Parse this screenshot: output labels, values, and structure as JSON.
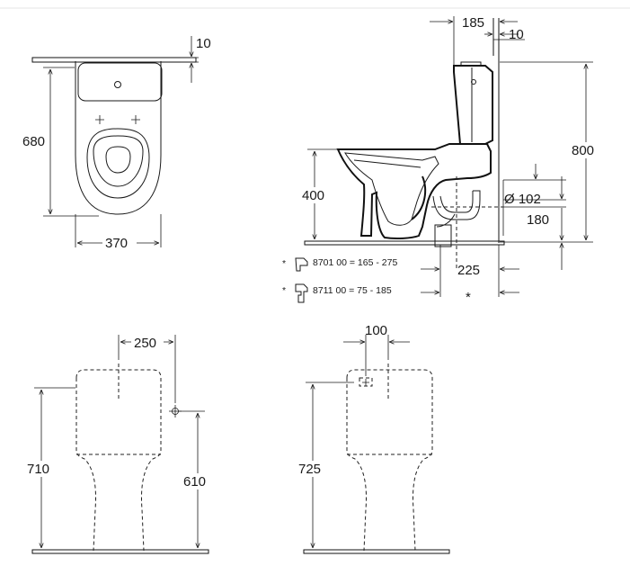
{
  "colors": {
    "line": "#1a1a1a",
    "background": "#ffffff"
  },
  "top_view": {
    "dim_width": "370",
    "dim_depth": "680",
    "dim_offset": "10"
  },
  "side_view": {
    "dim_tank_offset": "185",
    "dim_wall_gap": "10",
    "dim_height": "800",
    "dim_seat_height": "400",
    "dim_outlet_diameter": "Ø 102",
    "dim_outlet_height": "180",
    "dim_outlet_distance": "225",
    "dim_star": "*",
    "notes": [
      {
        "marker": "*",
        "text": "8701 00 = 165 - 275"
      },
      {
        "marker": "*",
        "text": "8711 00 = 75 - 185"
      }
    ]
  },
  "front_view_left": {
    "dim_offset": "250",
    "dim_height": "710",
    "dim_inlet_height": "610"
  },
  "front_view_right": {
    "dim_offset": "100",
    "dim_height": "725"
  }
}
